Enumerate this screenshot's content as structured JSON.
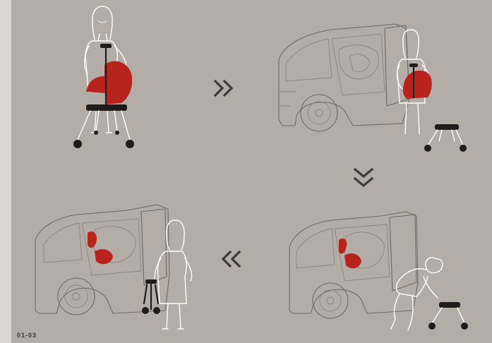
{
  "figure_code": "01-03",
  "colors": {
    "background": "#b3aca7",
    "outline": "#ffffff",
    "car_outline": "#6e6a67",
    "seat_red": "#b9231d",
    "frame_dark": "#1f1c1b",
    "arrows": "#3d3a39"
  },
  "arrows": [
    {
      "direction": "right",
      "icon": "double-chevron-right-icon"
    },
    {
      "direction": "down",
      "icon": "double-chevron-down-icon"
    },
    {
      "direction": "left",
      "icon": "double-chevron-left-icon"
    }
  ]
}
